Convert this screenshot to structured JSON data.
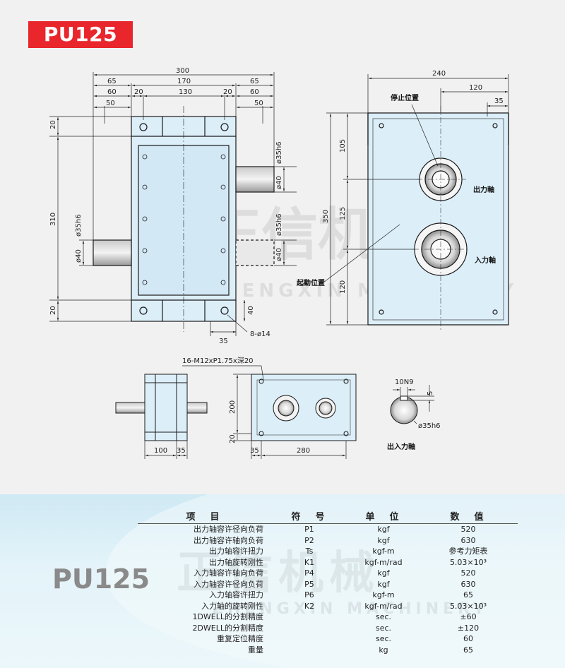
{
  "model": "PU125",
  "top": {
    "width_total": "300",
    "w65a": "65",
    "w170": "170",
    "w65b": "65",
    "w60a": "60",
    "w20a": "20",
    "w130": "130",
    "w20b": "20",
    "w60b": "60",
    "w50a": "50",
    "w50b": "50"
  },
  "left_dims": {
    "h20a": "20",
    "h310": "310",
    "shaft_dia": "ø35h6",
    "shaft_len_dia": "ø40",
    "h20b": "20"
  },
  "front_shaft": {
    "dia": "ø35h6",
    "dia40": "ø40",
    "dia35b": "ø35h6",
    "dia40b": "ø40"
  },
  "base_dims": {
    "h40": "40",
    "w35": "35",
    "holes": "8-ø14"
  },
  "side_view": {
    "width": "240",
    "w120": "120",
    "w35": "35",
    "h350": "350",
    "h105": "105",
    "h125": "125",
    "h120": "120",
    "stop_pos": "停止位置",
    "output_shaft": "出力軸",
    "input_shaft": "入力軸",
    "start_pos": "起動位置"
  },
  "bottom_views": {
    "thread_note": "16-M12xP1.75x深20",
    "w100": "100",
    "w35": "35",
    "h200": "200",
    "h20": "20",
    "w35b": "35",
    "w280": "280"
  },
  "keyway": {
    "width": "10N9",
    "depth": "5",
    "dia": "ø35h6",
    "label": "出入力軸"
  },
  "watermark": {
    "cn": "正信机械",
    "en": "ZHENGXIN MACHINERY"
  },
  "table": {
    "headers": [
      "项　目",
      "符　号",
      "单　位",
      "数　值"
    ],
    "rows": [
      [
        "出力轴容许径向负荷",
        "P1",
        "kgf",
        "520"
      ],
      [
        "出力轴容许轴向负荷",
        "P2",
        "kgf",
        "630"
      ],
      [
        "出力轴容许扭力",
        "Ts",
        "kgf-m",
        "参考力矩表"
      ],
      [
        "出力轴旋转刚性",
        "K1",
        "kgf-m/rad",
        "5.03×10³"
      ],
      [
        "入力轴容许轴向负荷",
        "P4",
        "kgf",
        "520"
      ],
      [
        "入力轴容许径向负荷",
        "P5",
        "kgf",
        "630"
      ],
      [
        "入力轴容许扭力",
        "P6",
        "kgf-m",
        "65"
      ],
      [
        "入力轴的旋转刚性",
        "K2",
        "kgf-m/rad",
        "5.03×10³"
      ],
      [
        "1DWELL的分割精度",
        "",
        "sec.",
        "±60"
      ],
      [
        "2DWELL的分割精度",
        "",
        "sec.",
        "±120"
      ],
      [
        "重复定位精度",
        "",
        "sec.",
        "60"
      ],
      [
        "重量",
        "",
        "kg",
        "65"
      ]
    ]
  },
  "colors": {
    "body_fill": "#dceef8",
    "line": "#1a1a1a",
    "badge": "#e8262c"
  }
}
